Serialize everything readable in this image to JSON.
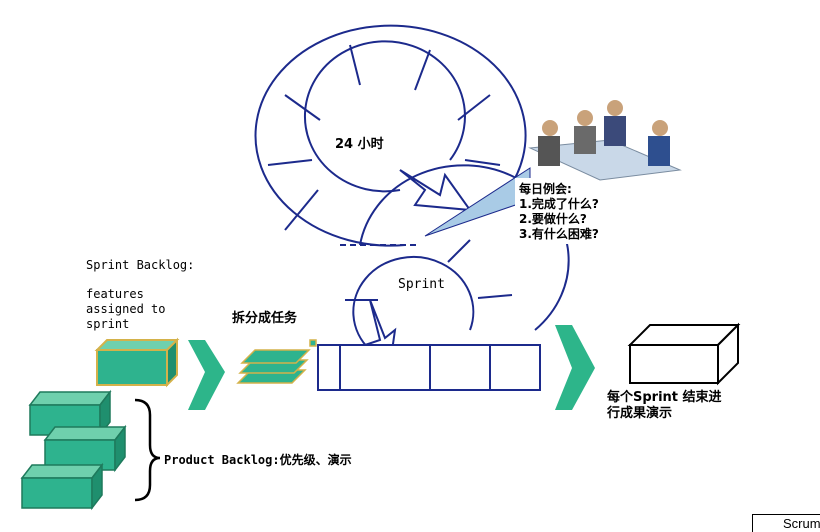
{
  "labels": {
    "cycle_24h": "24 小时",
    "sprint_cycle": "Sprint",
    "daily_meeting": [
      "每日例会:",
      "1.完成了什么?",
      "2.要做什么?",
      "3.有什么困难?"
    ],
    "sprint_backlog_title": "Sprint Backlog:",
    "sprint_backlog_desc": [
      "features",
      "assigned to",
      "sprint"
    ],
    "split_tasks": "拆分成任务",
    "product_backlog": "Product Backlog:优先级、演示",
    "sprint_end": [
      "每个Sprint 结束进",
      "行成果演示"
    ],
    "corner_tab": "Scrum"
  },
  "colors": {
    "cycle_stroke": "#1c2a8c",
    "arrow_fill": "#2db58a",
    "box_fill": "#2eb38e",
    "box_border": "#1e7a5c",
    "sprint_box_border": "#d4b24a",
    "callout_fill": "#a9cbe6",
    "table_fill": "#c9d8e8"
  },
  "icons": [
    "meeting-people-icon",
    "brace-icon",
    "arrow-right-icon",
    "white-box-icon"
  ]
}
